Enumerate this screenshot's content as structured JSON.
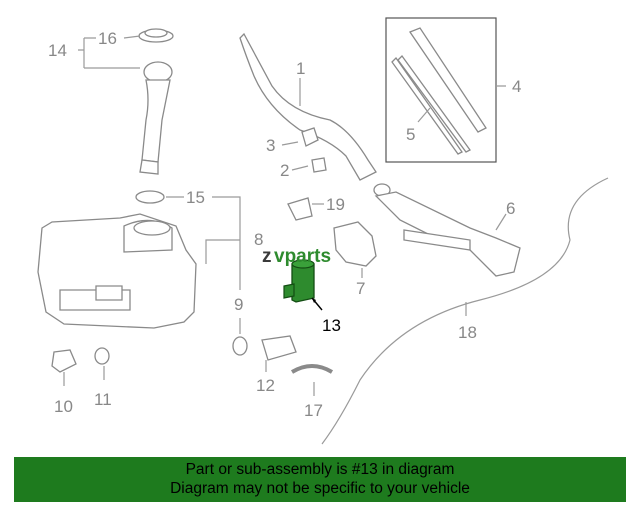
{
  "diagram": {
    "callouts": [
      {
        "id": "c1",
        "text": "1"
      },
      {
        "id": "c2",
        "text": "2"
      },
      {
        "id": "c3",
        "text": "3"
      },
      {
        "id": "c4",
        "text": "4"
      },
      {
        "id": "c5",
        "text": "5"
      },
      {
        "id": "c6",
        "text": "6"
      },
      {
        "id": "c7",
        "text": "7"
      },
      {
        "id": "c8",
        "text": "8"
      },
      {
        "id": "c9",
        "text": "9"
      },
      {
        "id": "c10",
        "text": "10"
      },
      {
        "id": "c11",
        "text": "11"
      },
      {
        "id": "c12",
        "text": "12"
      },
      {
        "id": "c13",
        "text": "13"
      },
      {
        "id": "c14",
        "text": "14"
      },
      {
        "id": "c15",
        "text": "15"
      },
      {
        "id": "c16",
        "text": "16"
      },
      {
        "id": "c17",
        "text": "17"
      },
      {
        "id": "c18",
        "text": "18"
      },
      {
        "id": "c19",
        "text": "19"
      }
    ],
    "highlighted_part": "13",
    "colors": {
      "highlight_part": "#2e8b2e",
      "callout": "#888888",
      "callout_highlight": "#000000",
      "logo_dark": "#3a3a3a",
      "logo_green": "#2e8b2e"
    }
  },
  "watermark": {
    "prefix": "z",
    "brand": "vparts"
  },
  "banner": {
    "line1": "Part or sub-assembly is #13 in diagram",
    "line2": "Diagram may not be specific to your vehicle",
    "color": "#1e7b1e"
  }
}
